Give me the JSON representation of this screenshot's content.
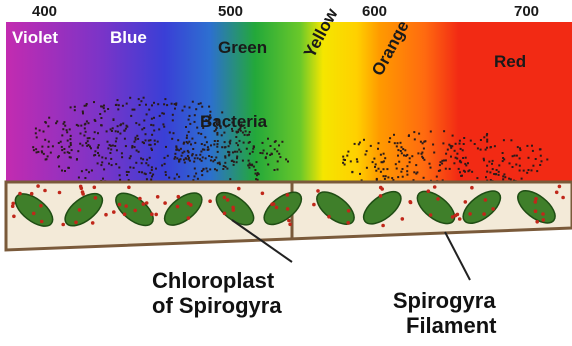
{
  "scale": {
    "ticks": [
      {
        "value": 400,
        "label": "400"
      },
      {
        "value": 500,
        "label": "500"
      },
      {
        "value": 600,
        "label": "600"
      },
      {
        "value": 700,
        "label": "700"
      }
    ]
  },
  "bands": [
    {
      "id": "violet",
      "label": "Violet",
      "color": "#c32bb0"
    },
    {
      "id": "blue",
      "label": "Blue",
      "color": "#3a3fd6"
    },
    {
      "id": "green",
      "label": "Green",
      "color": "#23a83a"
    },
    {
      "id": "yellow",
      "label": "Yellow",
      "color": "#f5e600"
    },
    {
      "id": "orange",
      "label": "Orange",
      "color": "#ff9a00"
    },
    {
      "id": "red",
      "label": "Red",
      "color": "#f22a14"
    }
  ],
  "annotations": {
    "bacteria": "Bacteria",
    "chloroplast": [
      "Chloroplast",
      "of Spirogyra"
    ],
    "filament": [
      "Spirogyra",
      "Filament"
    ]
  },
  "colors": {
    "cell_wall": "#7a5a3a",
    "cell_fill": "#f3ead8",
    "chloroplast": "#3f7f2a",
    "bacteria_dot": "#2a1a1a"
  }
}
